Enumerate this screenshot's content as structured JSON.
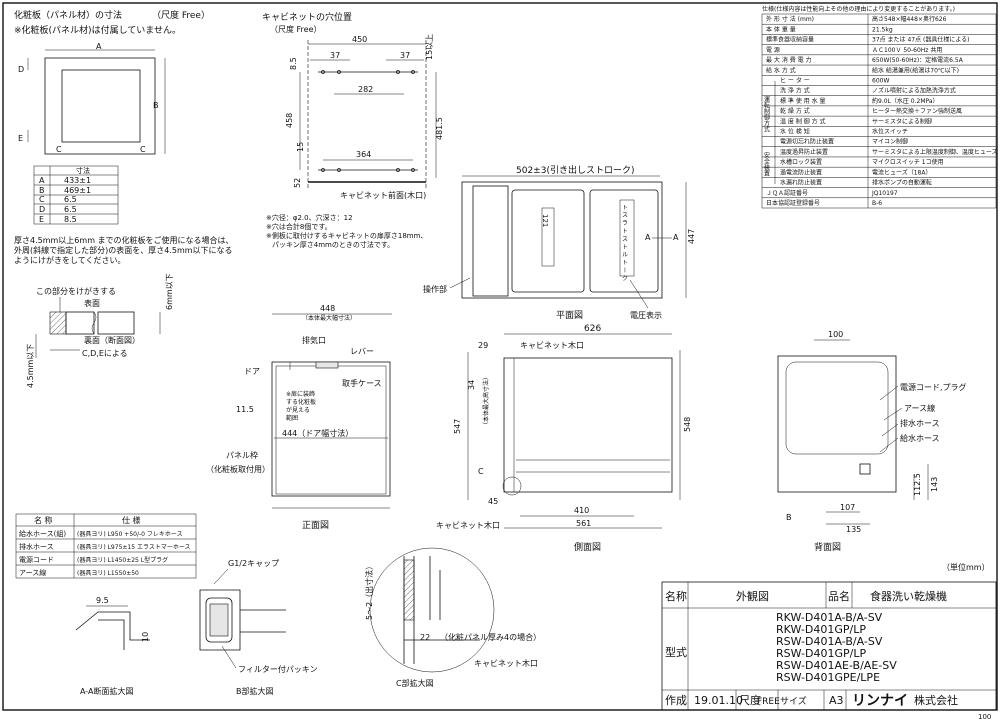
{
  "panel_section": {
    "title": "化粧板（パネル材）の寸法",
    "scale": "（尺度 Free）",
    "note": "※化粧板(パネル材)は付属していません。",
    "dims": {
      "A": "A",
      "B": "B",
      "C1": "C",
      "C2": "C",
      "D": "D",
      "E": "E"
    },
    "table": {
      "header": "寸法",
      "rows": [
        {
          "key": "A",
          "val": "433±1"
        },
        {
          "key": "B",
          "val": "469±1"
        },
        {
          "key": "C",
          "val": "6.5"
        },
        {
          "key": "D",
          "val": "6.5"
        },
        {
          "key": "E",
          "val": "8.5"
        }
      ]
    },
    "thickness_note": [
      "厚さ4.5mm以上6mm までの化粧板をご使用になる場合は、",
      "外周(斜線で指定した部分)の表面を、厚さ4.5mm以下になる",
      "ようにけがきをしてください。"
    ],
    "edge_labels": {
      "scribe": "この部分をけがきする",
      "front": "表面",
      "back": "裏面",
      "section": "（断面図）",
      "by_cde": "C,D,Eによる",
      "max6": "6mm以下",
      "max45": "4.5mm以下"
    }
  },
  "cabinet_holes": {
    "title": "キャビネットの穴位置",
    "scale": "（尺度 Free）",
    "dims": {
      "w450": "450",
      "d37a": "37",
      "d37b": "37",
      "d15": "15以上",
      "d8_5": "8.5",
      "d282": "282",
      "d458": "458",
      "d481": "481.5",
      "d15b": "15",
      "d364": "364",
      "d52": "52"
    },
    "front_label": "キャビネット前面(木口)",
    "notes": [
      "※穴径：φ2.0、穴深さ：12",
      "※穴は合計8個です。",
      "※側板に取付けするキャビネットの扉厚さ18mm、",
      "パッキン厚さ4mmのときの寸法です。"
    ]
  },
  "spec_table": {
    "title": "仕様(仕様内容は性能向上その他の理由により変更することがあります。)",
    "rows": [
      {
        "label": "外 形 寸 法 (mm)",
        "value": "高さ548×幅448×奥行626"
      },
      {
        "label": "本 体 重 量",
        "value": "21.5kg"
      },
      {
        "label": "標準食器収納容量",
        "value": "37点 または 47点 (器具仕様による)"
      },
      {
        "label": "電 源",
        "value": "ＡＣ100Ｖ 50-60Hz 共用"
      },
      {
        "label": "最 大 消 費 電 力",
        "value": "650W(50-60Hz)：定格電流6.5A"
      },
      {
        "label": "給 水 方 式",
        "value": "給水 給湯兼用(給湯は70℃以下)"
      },
      {
        "label": "ヒ ー タ ー",
        "value": "600W"
      },
      {
        "label": "洗 浄 方 式",
        "value": "ノズル噴射による加熱洗浄方式"
      },
      {
        "label": "標 準 使 用 水 量",
        "value": "約9.0L（水圧 0.2MPa）"
      },
      {
        "label": "乾 燥 方 式",
        "value": "ヒーター熱交換＋ファン強制送風"
      },
      {
        "label": "温 度 制 御 方 式",
        "value": "サーミスタによる制御"
      },
      {
        "label": "水 位 検 知",
        "value": "水位スイッチ"
      },
      {
        "label": "電源切忘れ防止装置",
        "value": "マイコン制御"
      },
      {
        "label": "温度過昇防止装置",
        "value": "サーミスタによる上限温度制御、温度ヒューズ"
      },
      {
        "label": "水槽ロック装置",
        "value": "マイクロスイッチ 1コ使用"
      },
      {
        "label": "過電流防止装置",
        "value": "電流ヒューズ（18A）"
      },
      {
        "label": "水漏れ防止装置",
        "value": "排水ポンプの自動運転"
      },
      {
        "label": "ＪＱＡ認証番号",
        "value": "JQ10197"
      },
      {
        "label": "日本協認証登録番号",
        "value": "B-6"
      }
    ],
    "group_labels": {
      "run": "運転制御方式",
      "safety": "安全装置"
    }
  },
  "plan_view": {
    "title": "平面図",
    "stroke": "502±3(引き出しストローク)",
    "dim447": "447",
    "panel_label": "操作部",
    "volt_label": "電圧表示",
    "A1": "A",
    "A2": "A",
    "badge1": "ト ス ラ ト ス ト ル ト ー ク",
    "badge2": "121"
  },
  "front_view": {
    "title": "正面図",
    "dim448": "448",
    "dim448_note": "（本体最大幅寸法）",
    "exhaust": "排気口",
    "lever": "レバー",
    "door": "ドア",
    "handle": "取手ケース",
    "installnote": [
      "※扉に装飾",
      "する化粧板",
      "が見える",
      "範囲"
    ],
    "dim11_5": "11.5",
    "door_width": "444（ドア幅寸法）",
    "panel_frame": "パネル枠",
    "panel_mount": "（化粧板取付用）"
  },
  "side_view": {
    "title": "側面図",
    "dim626": "626",
    "dim29": "29",
    "cab_label": "キャビネット木口",
    "dim34": "34",
    "note_max": "（本体最大高寸法）",
    "dim547": "547",
    "dim548": "548",
    "C": "C",
    "dim45": "45",
    "dim410": "410",
    "dim561": "561",
    "cab_bottom": "キャビネット木口"
  },
  "back_view": {
    "title": "背面図",
    "dim100": "100",
    "power": "電源コード,プラグ",
    "earth": "アース線",
    "drain": "排水ホース",
    "supply": "給水ホース",
    "dim143": "143",
    "dim112": "112.5",
    "B": "B",
    "dim107": "107",
    "dim135": "135"
  },
  "unit": "（単位mm）",
  "parts_table": {
    "headers": [
      "名 称",
      "仕 様"
    ],
    "rows": [
      [
        "給水ホース(組)",
        "(器具ヨリ) L950 +50/-0 フレキホース"
      ],
      [
        "排水ホース",
        "(器具ヨリ) L975±15 エラストマーホース"
      ],
      [
        "電源コード",
        "(器具ヨリ) L1450±25 L型プラグ"
      ],
      [
        "アース線",
        "(器具ヨリ) L1550±50"
      ]
    ]
  },
  "detail_aa": {
    "title": "A-A断面拡大図",
    "dim9_5": "9.5",
    "dim10": "10"
  },
  "detail_b": {
    "title": "B部拡大図",
    "cap": "G1/2キャップ",
    "filter": "フィルター付パッキン"
  },
  "detail_c": {
    "title": "C部拡大図",
    "dim5_2": "5～2（出寸法）",
    "dim22": "22",
    "note": "（化粧パネル厚み4の場合）",
    "cab": "キャビネット木口"
  },
  "title_block": {
    "name_label": "名称",
    "name_value": "外観図",
    "product_label": "品名",
    "product_value": "食器洗い乾燥機",
    "model_label": "型式",
    "models": [
      "RKW-D401A-B/A-SV",
      "RKW-D401GP/LP",
      "RSW-D401A-B/A-SV",
      "RSW-D401GP/LP",
      "RSW-D401AE-B/AE-SV",
      "RSW-D401GPE/LPE"
    ],
    "made_label": "作成",
    "date": "19.01.10",
    "scale_label": "尺度",
    "scale": "FREE",
    "size_label": "サイズ",
    "size": "A3",
    "company_brand": "リンナイ",
    "company_suffix": "株式会社",
    "sheet": "100"
  }
}
